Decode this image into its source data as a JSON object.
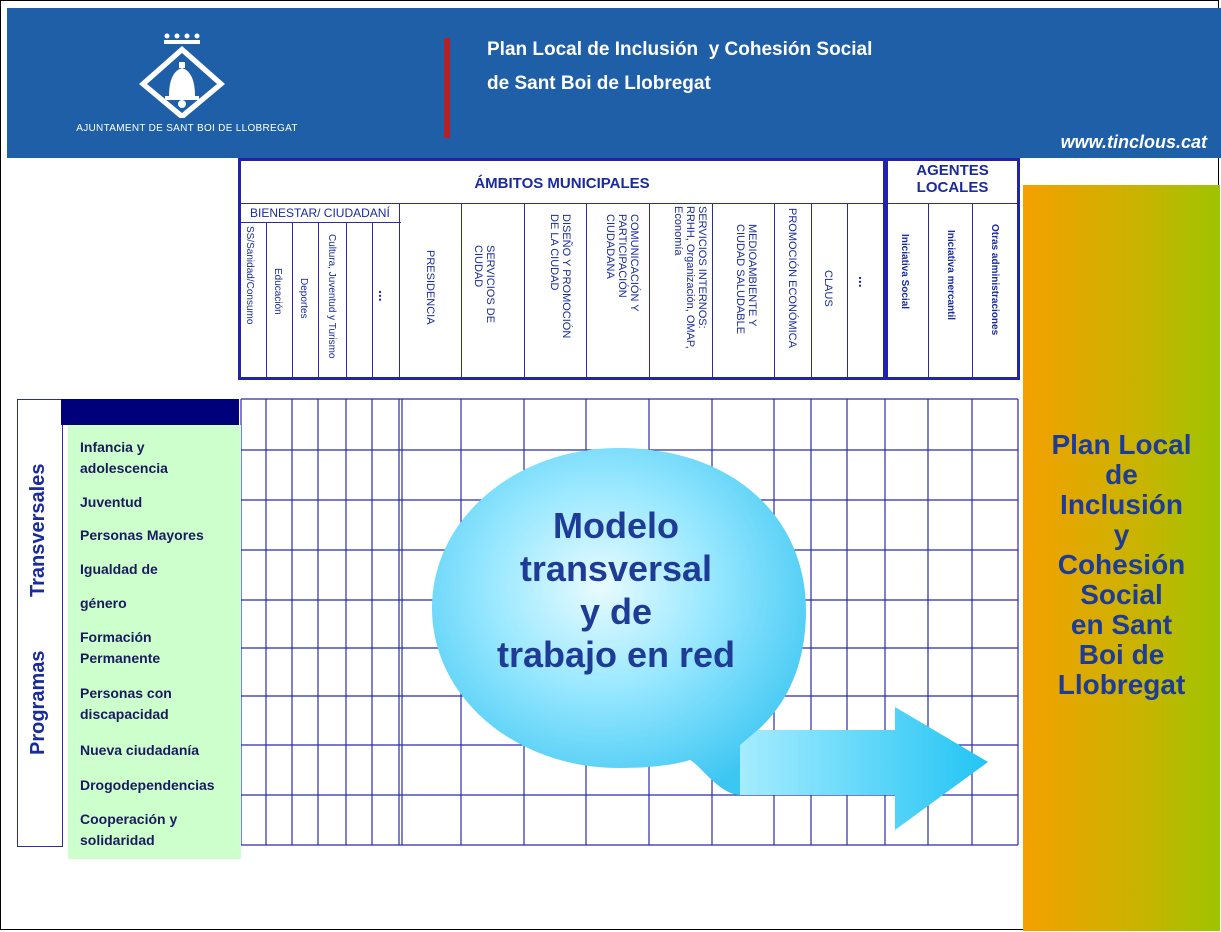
{
  "header": {
    "logo_text": "AJUNTAMENT DE SANT BOI DE LLOBREGAT",
    "title_line1": "Plan Local de Inclusión  y Cohesión Social",
    "title_line2": "de Sant Boi de Llobregat",
    "url": "www.tinclous.cat"
  },
  "ambitos": {
    "title": "ÁMBITOS MUNICIPALES",
    "bienestar": "BIENESTAR/ CIUDADANÍ",
    "sub_columns": [
      "SS/Sanidad/Consumo",
      "Educación",
      "Deportes",
      "Cultura, Juventud y Turismo",
      "..."
    ],
    "columns": [
      "PRESIDENCIA",
      "SERVICIOS DE CIUDAD",
      "DISEÑO Y PROMOCIÓN DE LA CIUDAD",
      "COMUNICACIÓN Y PARTICIPACIÓN CIUDADANA",
      "SERVICIOS INTERNOS: RRHH, Organización, OMAP, Economía",
      "MEDIOAMBIENTE Y CIUDAD SALUDABLE",
      "PROMOCIÓN ECONÓMICA",
      "CLAUS",
      "..."
    ]
  },
  "agentes": {
    "title_line1": "AGENTES",
    "title_line2": "LOCALES",
    "columns": [
      "Iniciativa Social",
      "Iniciativa mercantil",
      "Otras administraciones"
    ]
  },
  "side_labels": {
    "transversales": "Transversales",
    "programas": "Programas"
  },
  "programs": [
    {
      "line1": "Infancia y",
      "line2": "adolescencia"
    },
    {
      "line1": "Juventud",
      "line2": ""
    },
    {
      "line1": "Personas Mayores",
      "line2": ""
    },
    {
      "line1": "Igualdad de",
      "line2": ""
    },
    {
      "line1": "género",
      "line2": ""
    },
    {
      "line1": "Formación",
      "line2": "Permanente"
    },
    {
      "line1": "Personas con",
      "line2": "discapacidad"
    },
    {
      "line1": "Nueva ciudadanía",
      "line2": ""
    },
    {
      "line1": "Drogodependencias",
      "line2": ""
    },
    {
      "line1": "Cooperación y",
      "line2": "solidaridad"
    }
  ],
  "bubble": {
    "line1": "Modelo",
    "line2": "transversal",
    "line3": "y de",
    "line4": "trabajo en red"
  },
  "right_panel": {
    "lines": [
      "Plan Local",
      "de",
      "Inclusión",
      "y",
      "Cohesión",
      "Social",
      "en Sant",
      "Boi de",
      "Llobregat"
    ]
  }
}
